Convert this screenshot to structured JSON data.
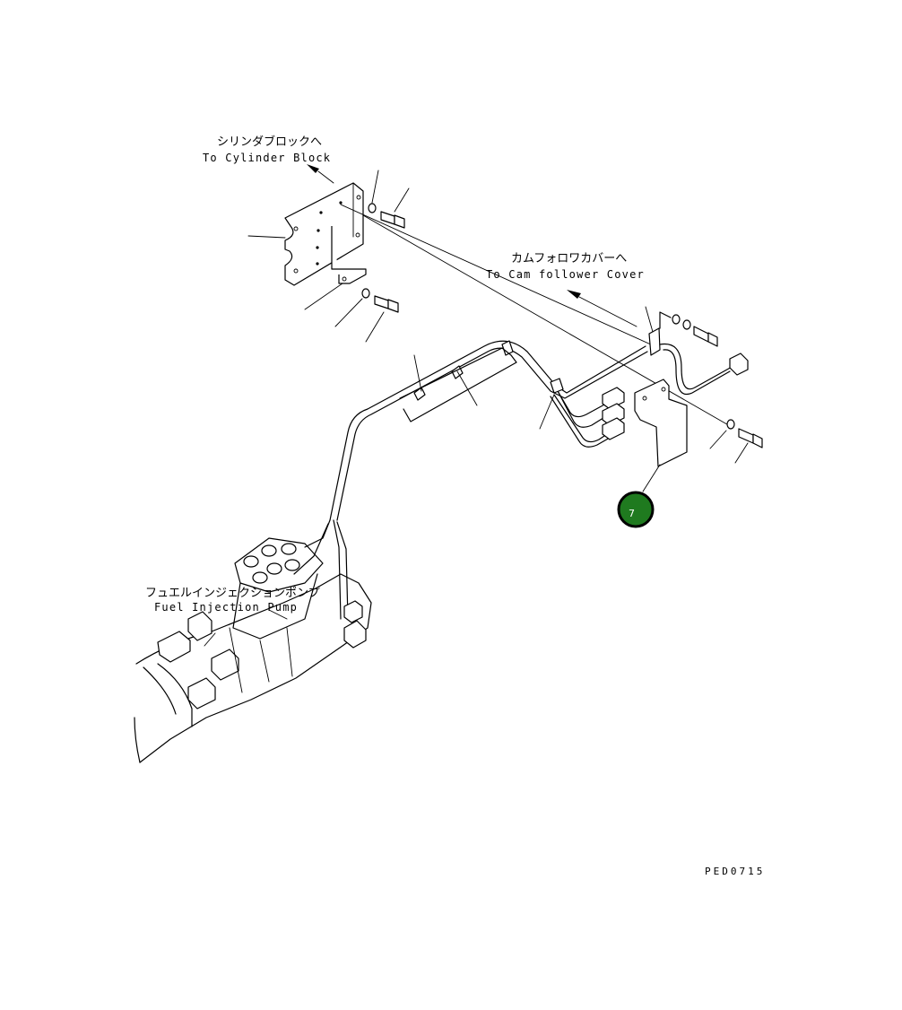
{
  "labels": {
    "cylinder_block_jp": "シリンダブロックへ",
    "cylinder_block_en": "To Cylinder Block",
    "cam_follower_jp": "カムフォロワカバーへ",
    "cam_follower_en": "To Cam follower Cover",
    "fuel_pump_jp": "フュエルインジェクションポンプ",
    "fuel_pump_en": "Fuel Injection Pump"
  },
  "drawing_code": "PED0715",
  "callouts": [
    {
      "number": "7",
      "color": "#1f7a1f"
    }
  ],
  "colors": {
    "line": "#000000",
    "background": "#ffffff",
    "callout_fill": "#1f7a1f",
    "callout_border": "#000000"
  }
}
